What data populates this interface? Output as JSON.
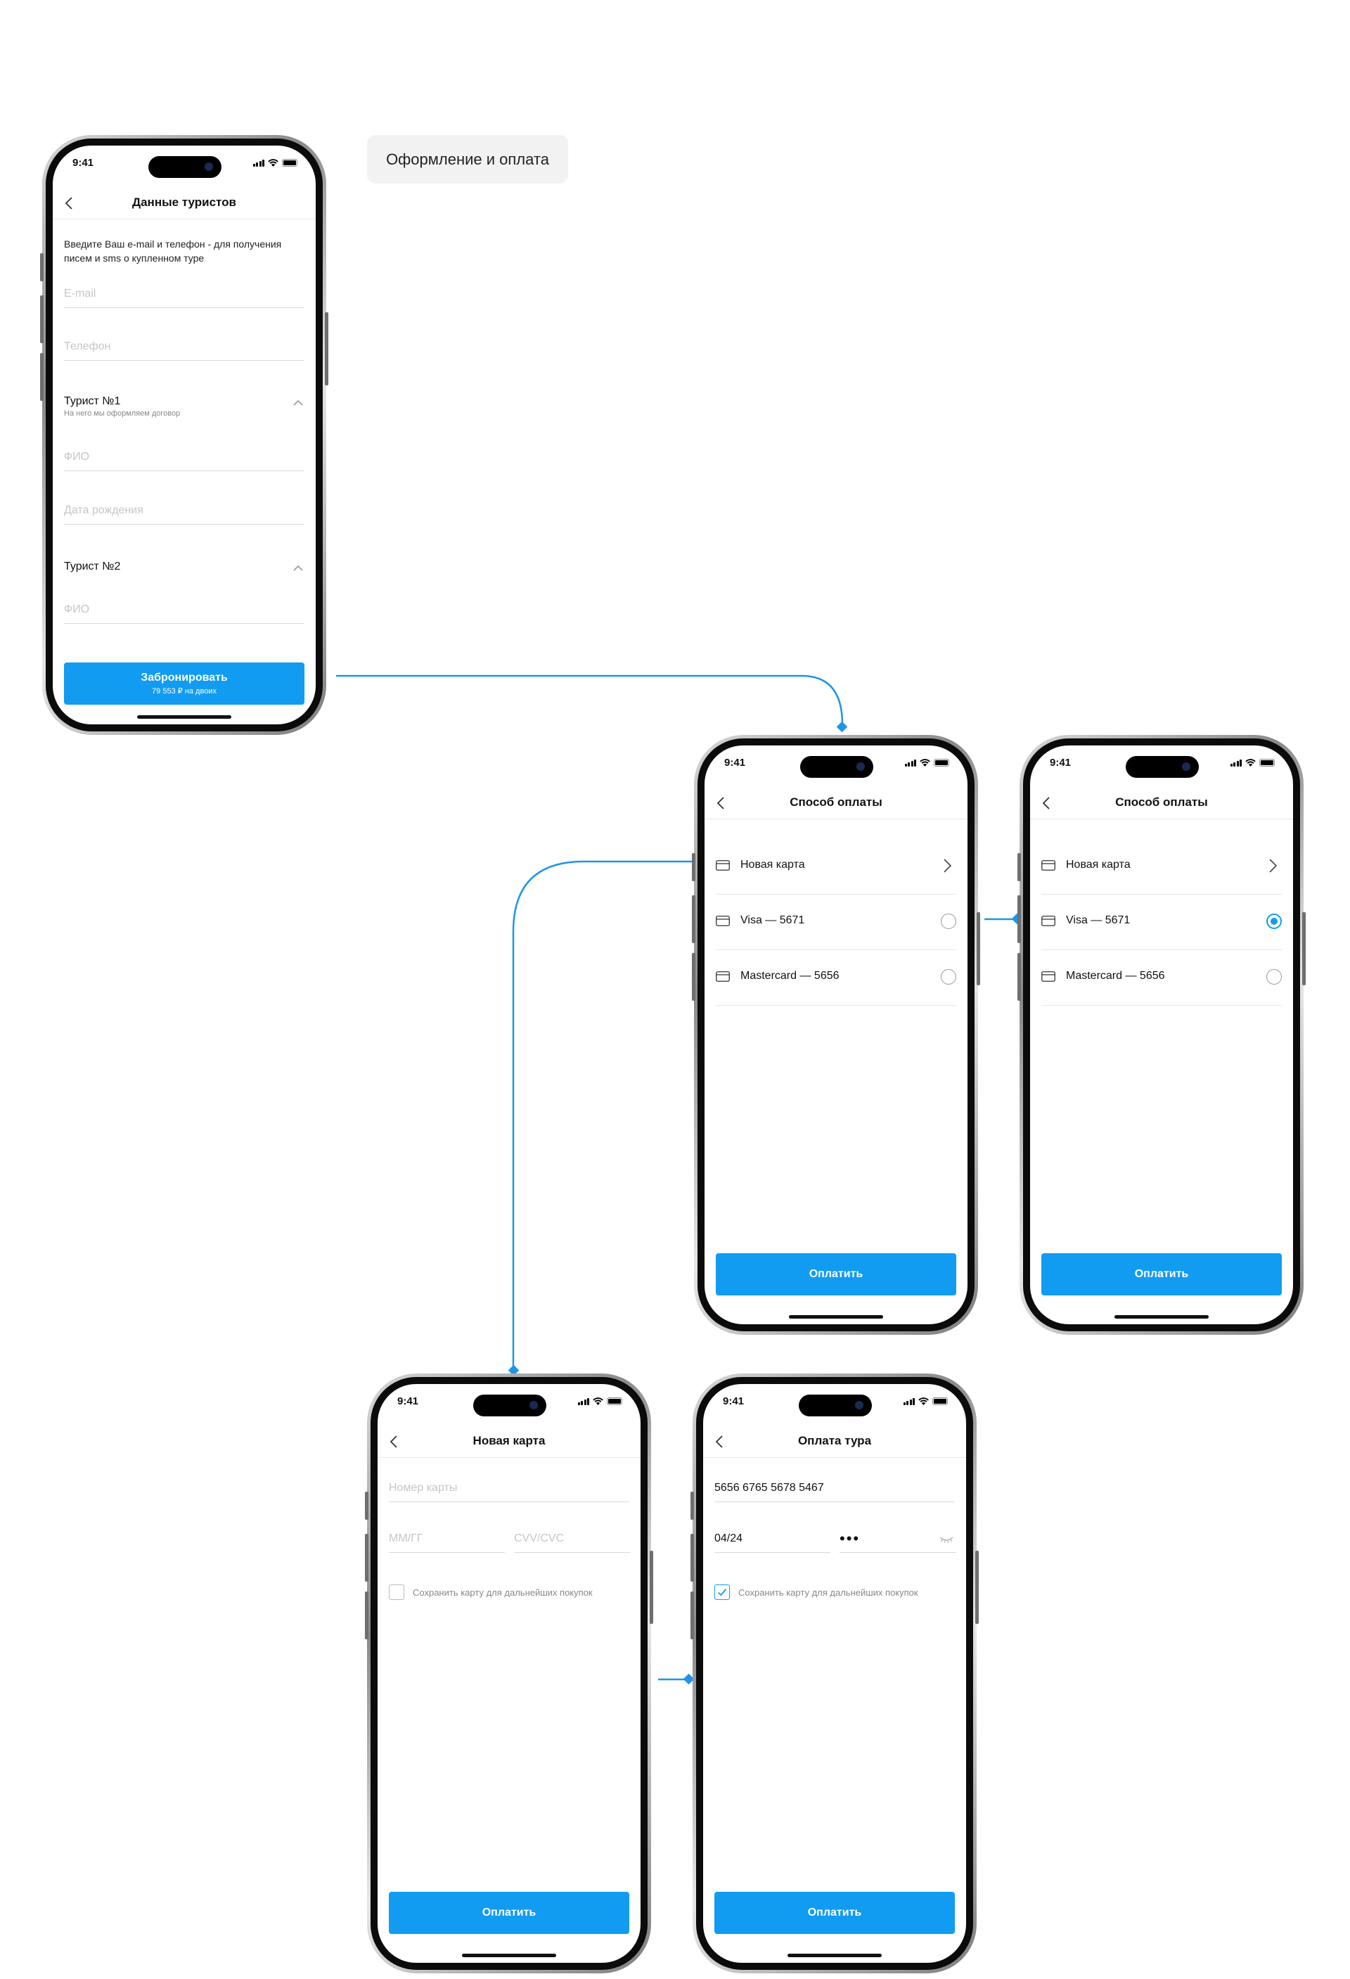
{
  "flow_label": "Оформление и оплата",
  "status_time": "9:41",
  "screens": {
    "tourists": {
      "title": "Данные туристов",
      "intro": "Введите Ваш e-mail и телефон - для получения писем и sms о купленном туре",
      "email_placeholder": "E-mail",
      "phone_placeholder": "Телефон",
      "tourist1_title": "Турист №1",
      "tourist1_sub": "На него мы оформляем договор",
      "fio_placeholder": "ФИО",
      "birth_placeholder": "Дата рождения",
      "tourist2_title": "Турист №2",
      "fio2_placeholder": "ФИО",
      "cta_label": "Забронировать",
      "cta_sub": "79 553 ₽ на двоих"
    },
    "payment_a": {
      "title": "Способ оплаты",
      "items": [
        {
          "label": "Новая карта",
          "control": "arrow"
        },
        {
          "label": "Visa — 5671",
          "control": "radio",
          "selected": false
        },
        {
          "label": "Mastercard — 5656",
          "control": "radio",
          "selected": false
        }
      ],
      "cta_label": "Оплатить"
    },
    "payment_b": {
      "title": "Способ оплаты",
      "items": [
        {
          "label": "Новая карта",
          "control": "arrow"
        },
        {
          "label": "Visa — 5671",
          "control": "radio",
          "selected": true
        },
        {
          "label": "Mastercard — 5656",
          "control": "radio",
          "selected": false
        }
      ],
      "cta_label": "Оплатить"
    },
    "new_card": {
      "title": "Новая карта",
      "card_number_placeholder": "Номер карты",
      "expiry_placeholder": "ММ/ГГ",
      "cvv_placeholder": "CVV/CVC",
      "save_card_label": "Сохранить карту для дальнейших покупок",
      "save_card_checked": false,
      "cta_label": "Оплатить"
    },
    "tour_payment": {
      "title": "Оплата тура",
      "card_number": "5656 6765 5678 5467",
      "expiry": "04/24",
      "cvv_masked": "•••",
      "save_card_label": "Сохранить карту для дальнейших покупок",
      "save_card_checked": true,
      "cta_label": "Оплатить"
    }
  },
  "colors": {
    "accent": "#119cf2",
    "connector": "#1f95e8",
    "label_bg": "#f2f2f2"
  }
}
